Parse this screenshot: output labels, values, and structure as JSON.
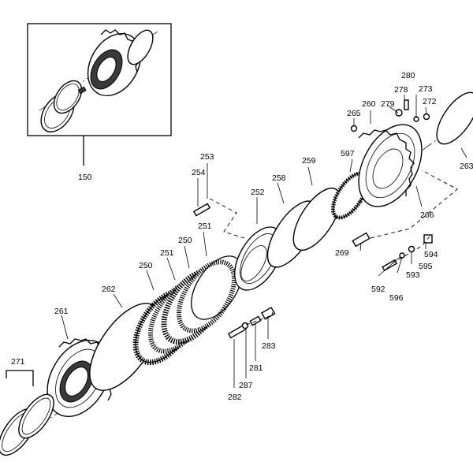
{
  "diagram": {
    "labels": {
      "p150": "150",
      "p250a": "250",
      "p250b": "250",
      "p251a": "251",
      "p251b": "251",
      "p252": "252",
      "p253": "253",
      "p254": "254",
      "p258": "258",
      "p259": "259",
      "p260": "260",
      "p261": "261",
      "p262": "262",
      "p263": "263",
      "p265": "265",
      "p266": "266",
      "p269": "269",
      "p271": "271",
      "p272": "272",
      "p273": "273",
      "p278": "278",
      "p279": "279",
      "p280": "280",
      "p281": "281",
      "p282": "282",
      "p283": "283",
      "p287": "287",
      "p592": "592",
      "p593": "593",
      "p594": "594",
      "p595": "595",
      "p596": "596",
      "p597": "597"
    }
  }
}
